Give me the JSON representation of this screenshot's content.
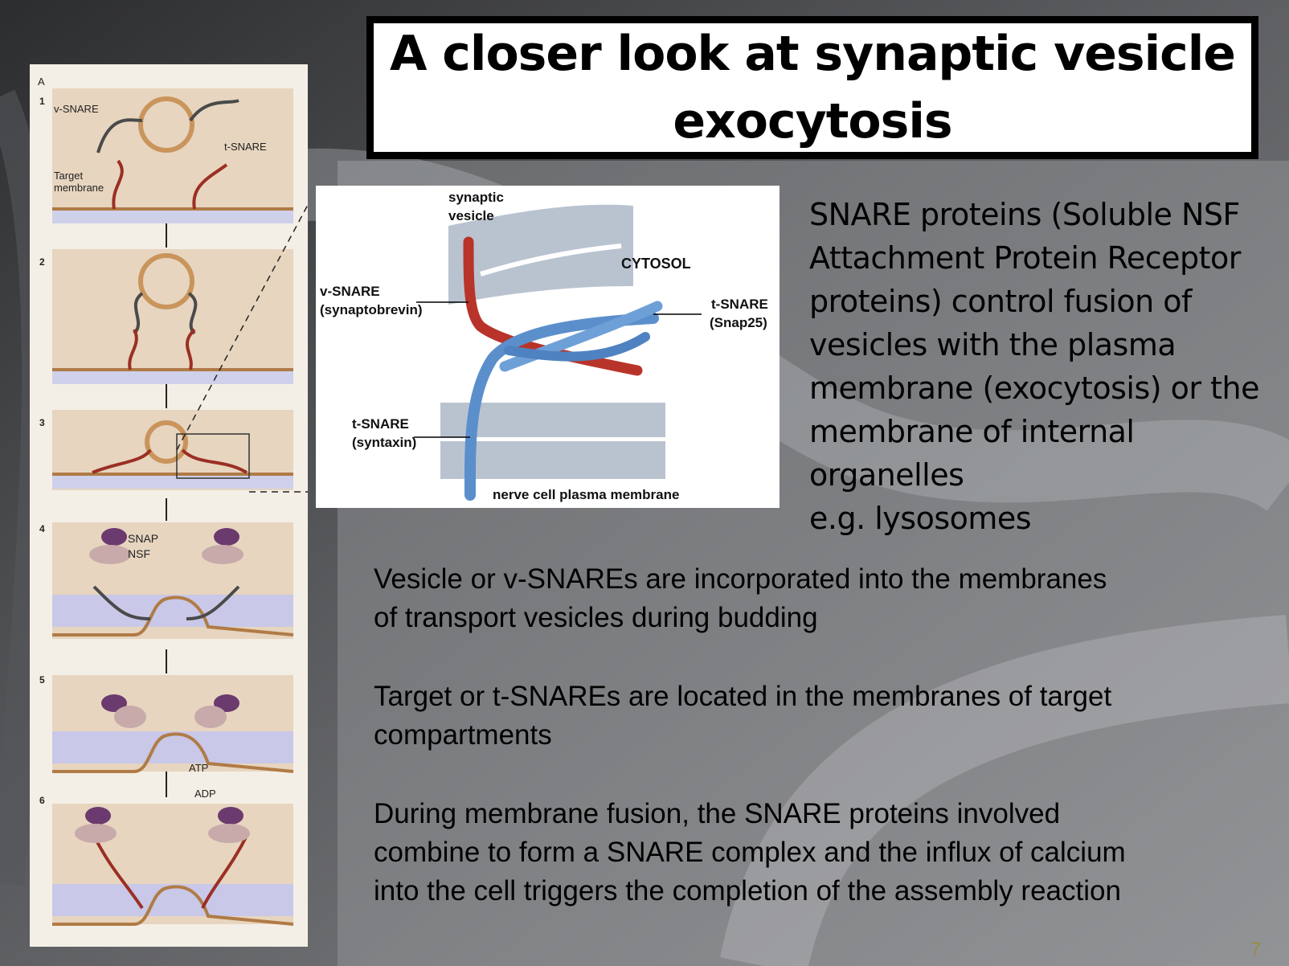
{
  "slide": {
    "title": "A closer look at synaptic vesicle exocytosis",
    "right_text": "SNARE proteins (Soluble NSF\nAttachment Protein Receptor\nproteins) control fusion of\nvesicles with the plasma\nmembrane (exocytosis) or the\nmembrane of internal organelles\ne.g. lysosomes",
    "paragraphs": [
      "Vesicle or v-SNAREs are incorporated into the membranes\nof transport vesicles during budding",
      "Target or t-SNAREs are located in the membranes of target\ncompartments",
      "During membrane fusion, the SNARE proteins involved\ncombine to form a SNARE complex and the influx of calcium\ninto the cell triggers the completion of the assembly reaction"
    ],
    "page_number": "7"
  },
  "left_figure": {
    "panel_letter": "A",
    "steps": [
      "1",
      "2",
      "3",
      "4",
      "5",
      "6"
    ],
    "v_snare": "v-SNARE",
    "t_snare": "t-SNARE",
    "target_membrane_line1": "Target",
    "target_membrane_line2": "membrane",
    "snap": "SNAP",
    "nsf": "NSF",
    "atp": "ATP",
    "adp": "ADP"
  },
  "center_figure": {
    "synaptic_vesicle_line1": "synaptic",
    "synaptic_vesicle_line2": "vesicle",
    "cytosol": "CYTOSOL",
    "v_snare": "v-SNARE",
    "synaptobrevin": "(synaptobrevin)",
    "t_snare_left": "t-SNARE",
    "syntaxin": "(syntaxin)",
    "t_snare_right": "t-SNARE",
    "snap25": "(Snap25)",
    "membrane": "nerve cell plasma membrane"
  },
  "colors": {
    "v_snare_red": "#b8342a",
    "t_snare_blue": "#5b8fcc",
    "membrane_tan": "#c9955c",
    "snap_purple": "#6b3a6e",
    "nsf_pink": "#c8aaaa"
  }
}
